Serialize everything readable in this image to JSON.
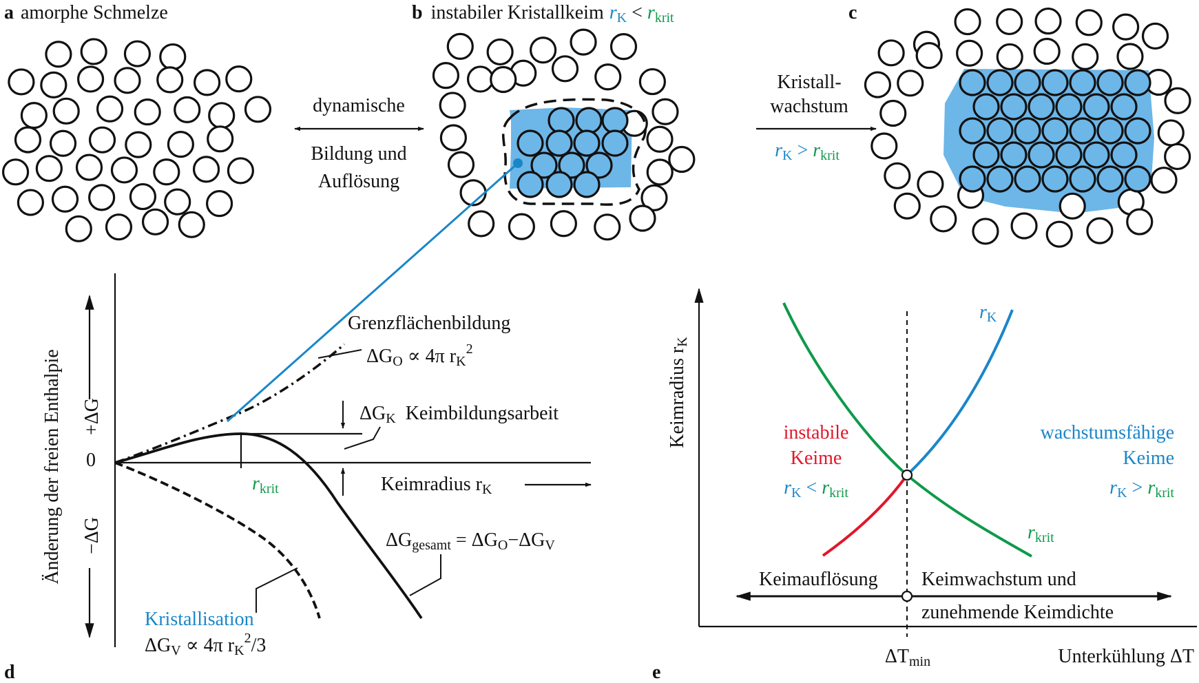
{
  "panel_a": {
    "letter": "a",
    "caption": "amorphe Schmelze"
  },
  "panel_b": {
    "letter": "b",
    "caption": "instabiler Kristallkeim",
    "cond_rk": "r",
    "cond_k": "K",
    "cond_lt": " < ",
    "cond_rkrit": "r",
    "cond_krit": "krit"
  },
  "panel_c": {
    "letter": "c"
  },
  "arrow_ab": {
    "line1": "dynamische",
    "line2": "Bildung und",
    "line3": "Auflösung"
  },
  "arrow_bc": {
    "line1": "Kristall-",
    "line2": "wachstum",
    "cond_r": "r",
    "cond_k": "K",
    "cond_gt": " > ",
    "cond_rkrit": "r",
    "cond_krit": "krit"
  },
  "panel_d": {
    "letter": "d",
    "y_axis": "Änderung der freien Enthalpie",
    "plus_dg": "+ΔG",
    "minus_dg": "−ΔG",
    "zero": "0",
    "grenz_title": "Grenzflächenbildung",
    "grenz_formula_a": "ΔG",
    "grenz_formula_sub": "O",
    "grenz_formula_b": " ∝ 4π r",
    "grenz_formula_sub2": "K",
    "grenz_formula_sup": "2",
    "dgk_a": "ΔG",
    "dgk_sub": "K",
    "dgk_label": "Keimbildungsarbeit",
    "rkrit_r": "r",
    "rkrit_sub": "krit",
    "x_axis_a": "Keimradius r",
    "x_axis_sub": "K",
    "gesamt_a": "ΔG",
    "gesamt_sub": "gesamt",
    "gesamt_b": " = ΔG",
    "gesamt_sub2": "O",
    "gesamt_c": "−ΔG",
    "gesamt_sub3": "V",
    "krist_title": "Kristallisation",
    "krist_a": "ΔG",
    "krist_sub": "V",
    "krist_b": " ∝ 4π r",
    "krist_sub2": "K",
    "krist_sup": "2",
    "krist_c": "/3"
  },
  "panel_e": {
    "letter": "e",
    "y_axis_a": "Keimradius r",
    "y_axis_sub": "K",
    "rk_r": "r",
    "rk_sub": "K",
    "instabile_1": "instabile",
    "instabile_2": "Keime",
    "inst_cond_r": "r",
    "inst_cond_k": "K",
    "inst_cond_lt": " < ",
    "inst_cond_r2": "r",
    "inst_cond_krit": "krit",
    "wachs_1": "wachstumsfähige",
    "wachs_2": "Keime",
    "wachs_cond_r": "r",
    "wachs_cond_k": "K",
    "wachs_cond_gt": " > ",
    "wachs_cond_r2": "r",
    "wachs_cond_krit": "krit",
    "rkrit_r": "r",
    "rkrit_sub": "krit",
    "aufl": "Keimauflösung",
    "wachst_1": "Keimwachstum und",
    "wachst_2": "zunehmende Keimdichte",
    "dtmin_a": "ΔT",
    "dtmin_sub": "min",
    "x_axis": "Unterkühlung ΔT"
  },
  "colors": {
    "crystal_fill": "#6db6e8",
    "blue": "#1a86c9",
    "green": "#0e9a4a",
    "red": "#e2162a"
  }
}
